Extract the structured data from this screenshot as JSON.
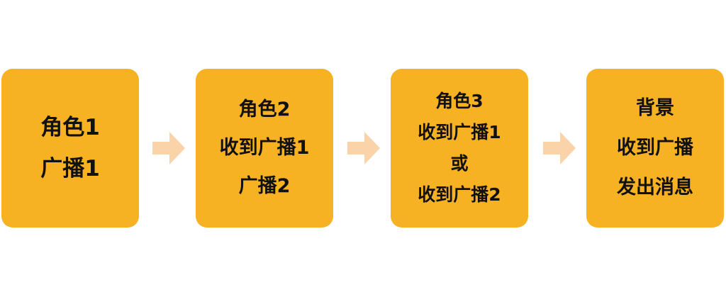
{
  "colors": {
    "box_fill": "#F7B223",
    "arrow_fill": "#FAD3A8",
    "text": "#111111"
  },
  "flow": {
    "boxes": [
      {
        "lines": [
          "角色1",
          "广播1"
        ]
      },
      {
        "lines": [
          "角色2",
          "收到广播1",
          "广播2"
        ]
      },
      {
        "lines": [
          "角色3",
          "收到广播1",
          "或",
          "收到广播2"
        ]
      },
      {
        "lines": [
          "背景",
          "收到广播",
          "发出消息"
        ]
      }
    ],
    "arrows": [
      {
        "icon": "right-arrow-icon"
      },
      {
        "icon": "right-arrow-icon"
      },
      {
        "icon": "right-arrow-icon"
      }
    ]
  }
}
